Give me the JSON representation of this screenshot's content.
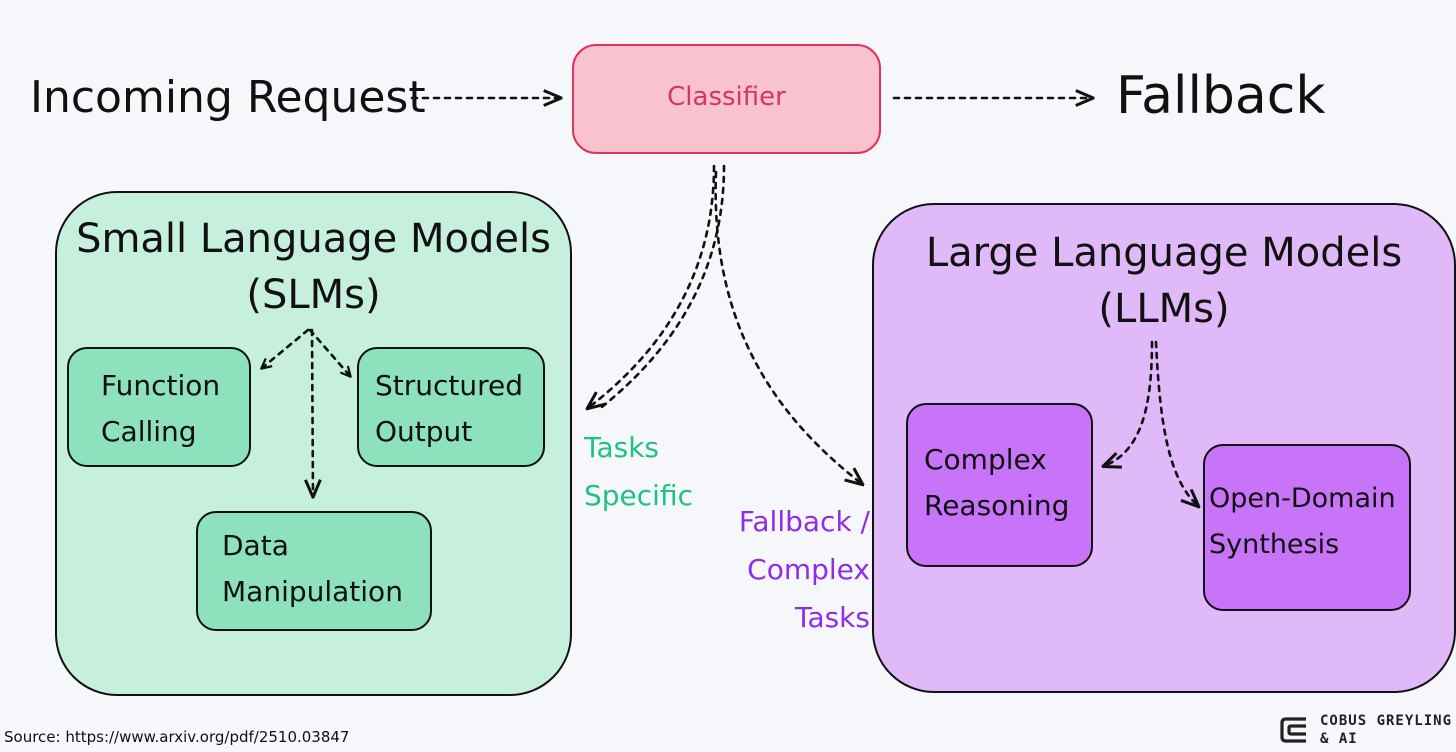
{
  "nodes": {
    "incoming": "Incoming Request",
    "classifier": "Classifier",
    "fallback": "Fallback",
    "slm_title": "Small Language Models\n(SLMs)",
    "llm_title": "Large Language Models\n(LLMs)",
    "function_calling": "Function\nCalling",
    "structured_output": "Structured\nOutput",
    "data_manipulation": "Data\nManipulation",
    "complex_reasoning": "Complex\nReasoning",
    "open_domain": "Open-Domain\nSynthesis"
  },
  "edge_labels": {
    "tasks_specific": "Tasks\nSpecific",
    "fallback_complex": "Fallback /\nComplex\nTasks"
  },
  "footer": {
    "source": "Source: https://www.arxiv.org/pdf/2510.03847",
    "brand_line1": "COBUS GREYLING",
    "brand_line2": "& AI"
  },
  "colors": {
    "classifier_fill": "#f8c3cf",
    "classifier_border": "#e2315e",
    "slm_panel": "#c6f0dd",
    "slm_box": "#8de1bd",
    "llm_panel": "#e0baf8",
    "llm_box": "#c774f8",
    "tasks_specific_text": "#1ec383",
    "fallback_complex_text": "#8f2ee6"
  }
}
